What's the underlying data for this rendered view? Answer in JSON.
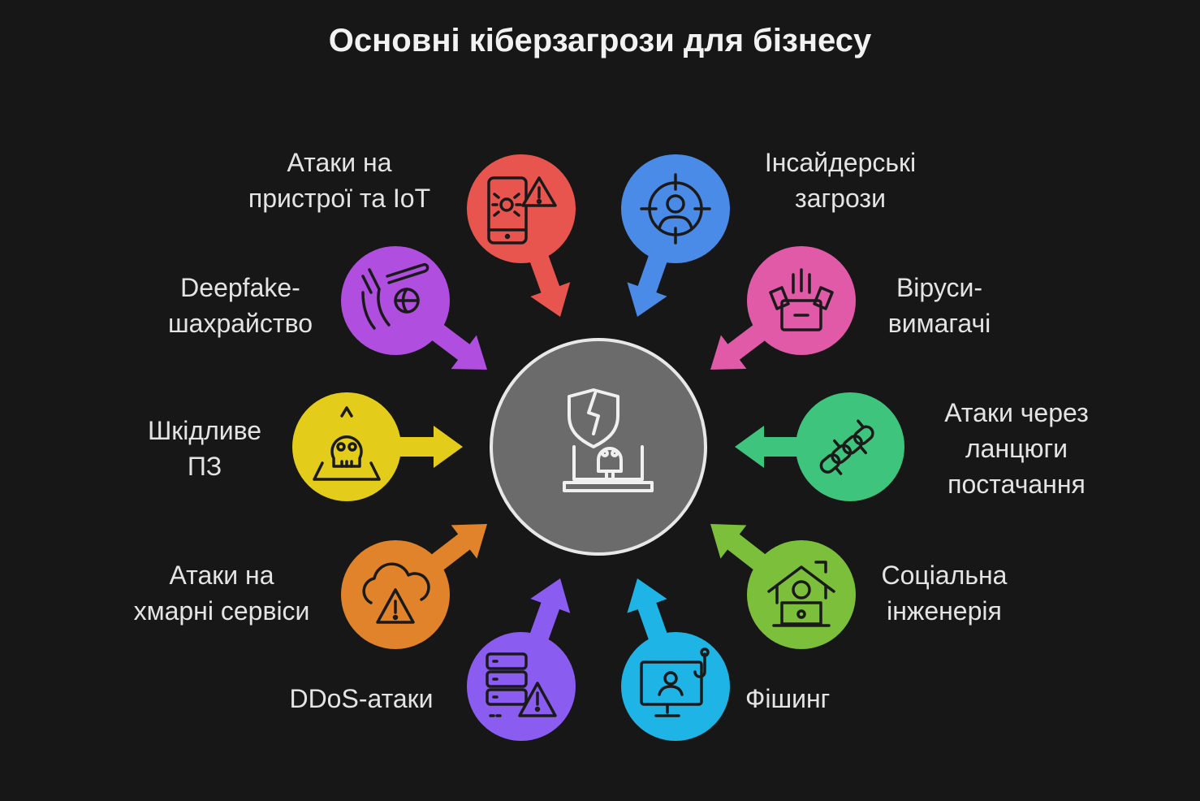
{
  "title": "Основні кіберзагрози для бізнесу",
  "center": {
    "icon": "shield-laptop-skull-icon",
    "color": "#6b6b6b"
  },
  "threats": [
    {
      "id": "iot",
      "lines": [
        "Атаки на",
        "пристрої та IoT"
      ],
      "color": "#e8554e",
      "icon": "phone-bug-warning-icon"
    },
    {
      "id": "insider",
      "lines": [
        "Інсайдерські",
        "загрози"
      ],
      "color": "#4a8be8",
      "icon": "target-person-icon"
    },
    {
      "id": "ransomware",
      "lines": [
        "Віруси-",
        "вимагачі"
      ],
      "color": "#e05aa8",
      "icon": "hands-laptop-icon"
    },
    {
      "id": "supply-chain",
      "lines": [
        "Атаки через",
        "ланцюги",
        "постачання"
      ],
      "color": "#3ec47c",
      "icon": "chain-icon"
    },
    {
      "id": "social",
      "lines": [
        "Соціальна",
        "інженерія"
      ],
      "color": "#7cbf3a",
      "icon": "house-person-laptop-icon"
    },
    {
      "id": "phishing",
      "lines": [
        "Фішинг"
      ],
      "color": "#1fb4e6",
      "icon": "monitor-hook-icon"
    },
    {
      "id": "ddos",
      "lines": [
        "DDoS-атаки"
      ],
      "color": "#8b5cf0",
      "icon": "server-warning-icon"
    },
    {
      "id": "cloud",
      "lines": [
        "Атаки на",
        "хмарні сервіси"
      ],
      "color": "#e0832a",
      "icon": "cloud-warning-icon"
    },
    {
      "id": "malware",
      "lines": [
        "Шкідливе",
        "ПЗ"
      ],
      "color": "#e4cc1a",
      "icon": "skull-warning-icon"
    },
    {
      "id": "deepfake",
      "lines": [
        "Deepfake-",
        "шахрайство"
      ],
      "color": "#b04ee0",
      "icon": "hand-mask-icon"
    }
  ]
}
